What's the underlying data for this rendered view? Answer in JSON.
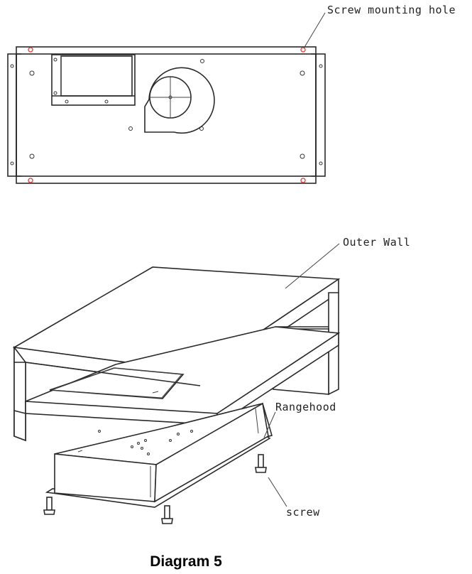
{
  "labels": {
    "screw_mounting_hole": "Screw mounting hole",
    "outer_wall": "Outer Wall",
    "rangehood": "Rangehood",
    "screw": "screw"
  },
  "caption": "Diagram 5",
  "colors": {
    "line": "#2a2a2a",
    "mounting_hole_highlight": "#e0403a",
    "background": "#ffffff"
  }
}
